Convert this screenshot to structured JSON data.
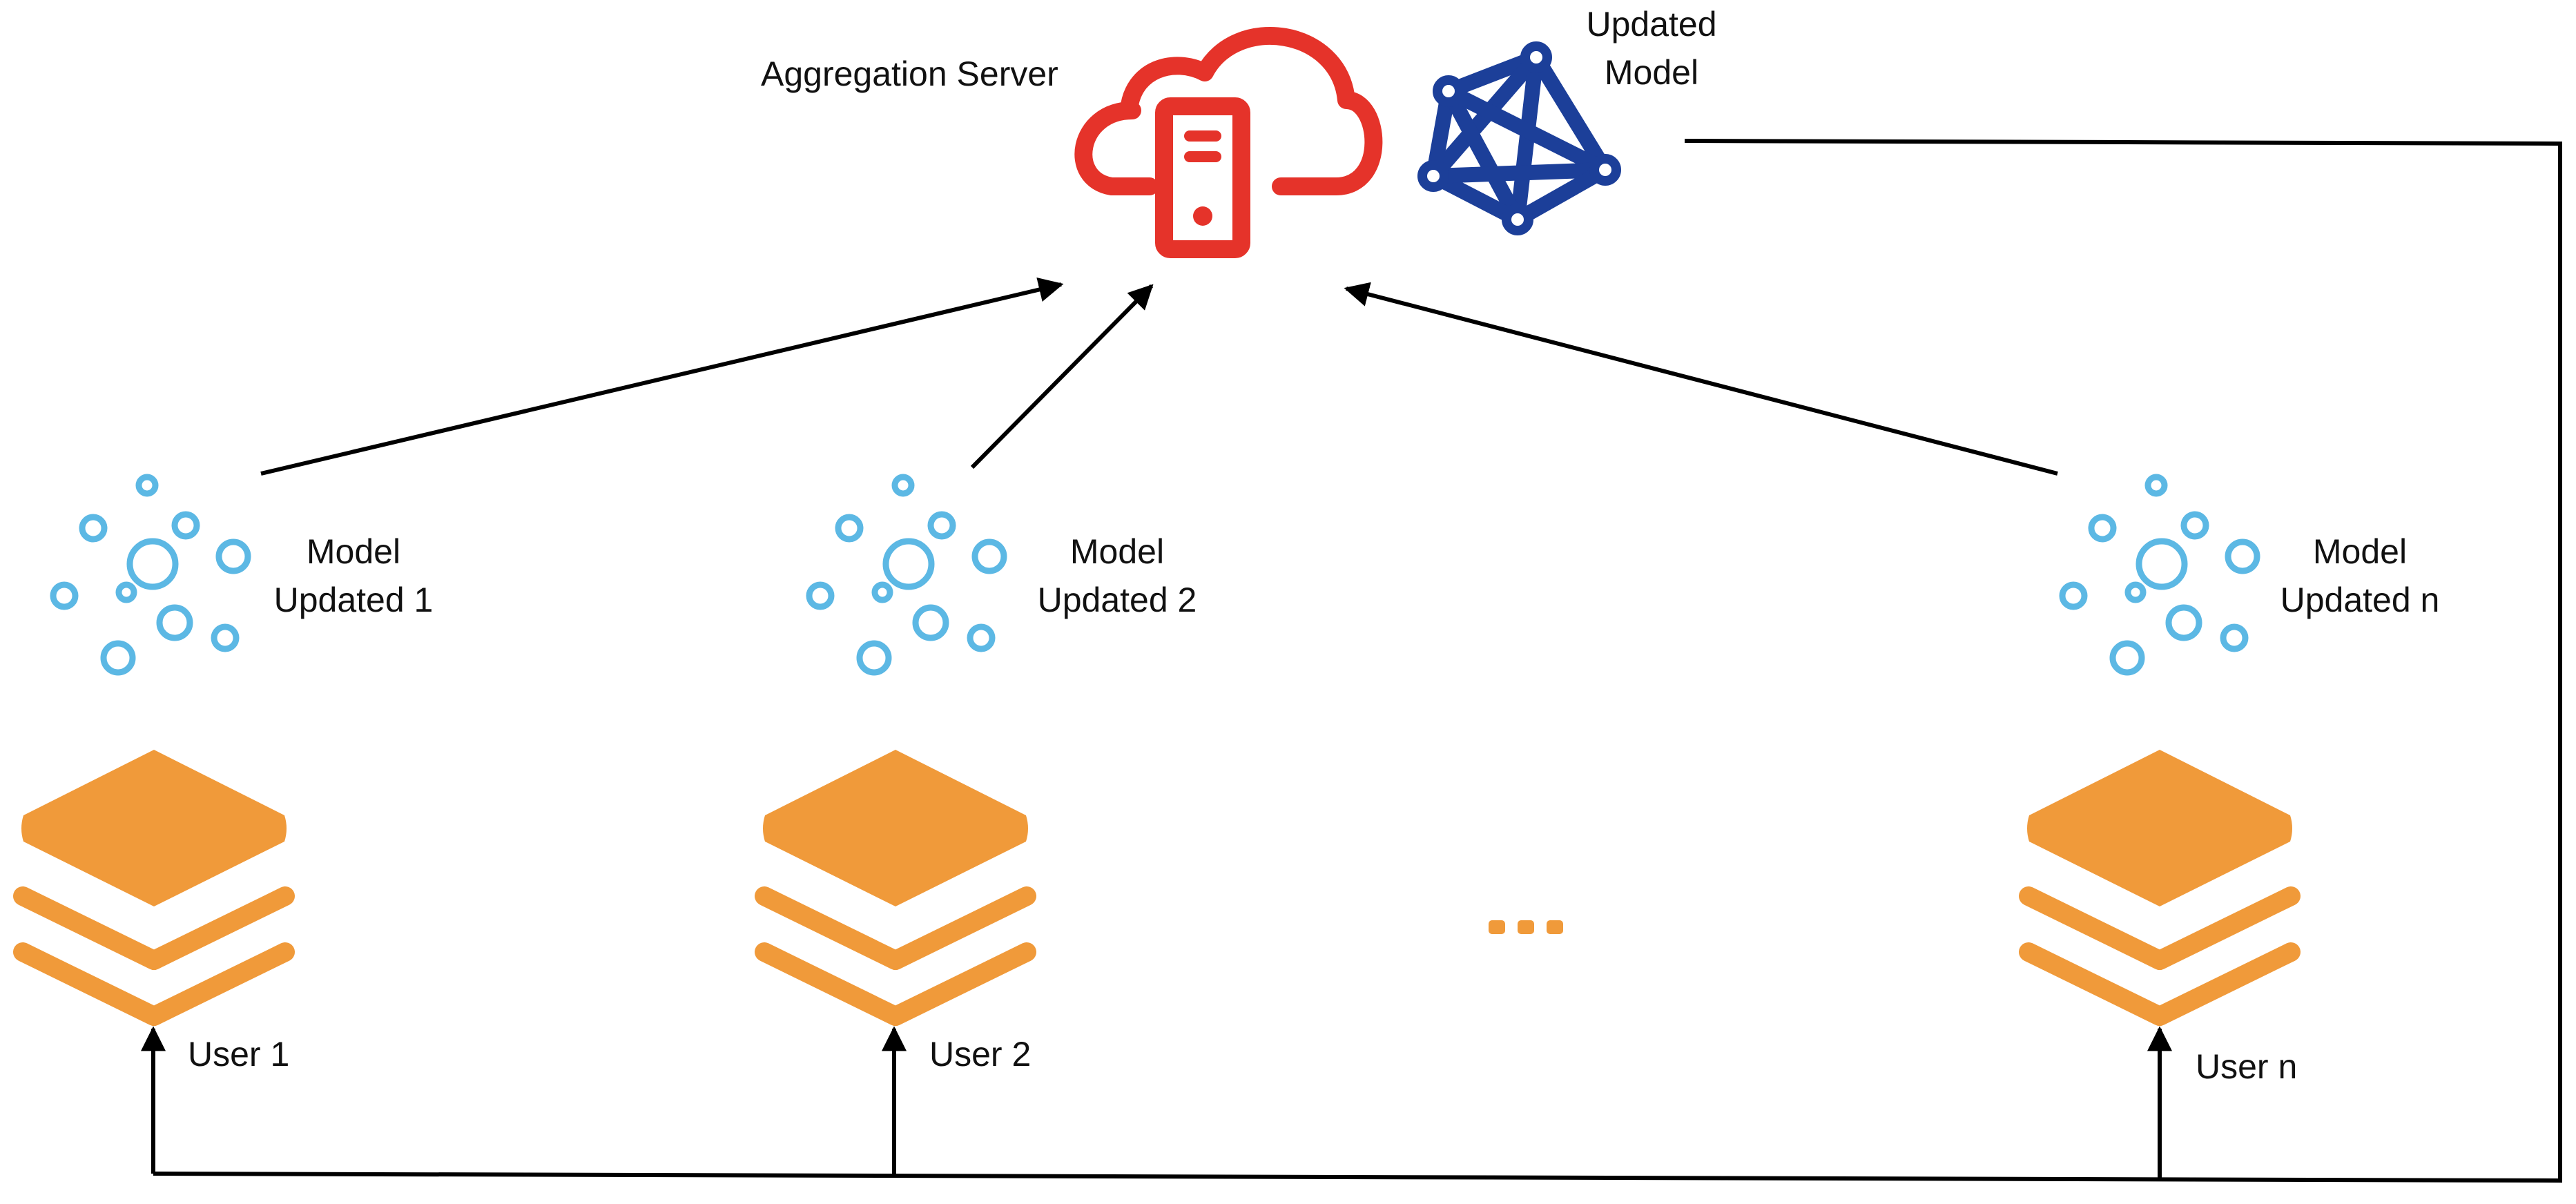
{
  "colors": {
    "server": "#e5332a",
    "network": "#1c3f99",
    "bubbles": "#5cb8e4",
    "user_stack": "#f09a3a",
    "arrows": "#000000",
    "ellipsis": "#f09a3a"
  },
  "icons": {
    "server": "cloud-server-icon",
    "updated_model": "neural-network-icon",
    "local_model": "model-bubbles-icon",
    "user": "layer-stack-icon"
  },
  "server": {
    "label": "Aggregation Server"
  },
  "global_model": {
    "line1": "Updated",
    "line2": "Model"
  },
  "clients": [
    {
      "model_line1": "Model",
      "model_line2": "Updated 1",
      "user_label": "User 1"
    },
    {
      "model_line1": "Model",
      "model_line2": "Updated 2",
      "user_label": "User 2"
    },
    {
      "model_line1": "Model",
      "model_line2": "Updated n",
      "user_label": "User n"
    }
  ]
}
